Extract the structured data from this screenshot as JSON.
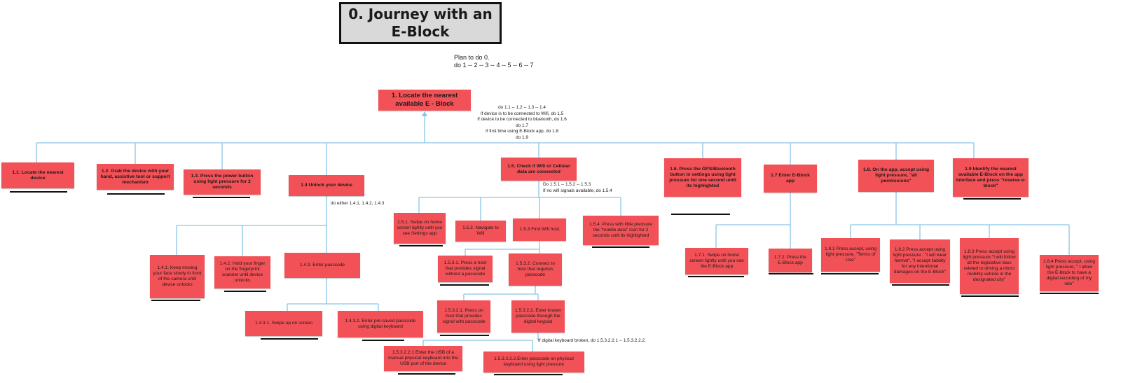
{
  "title": "0. Journey with an E-Block",
  "plan": "Plan to do 0.\ndo 1 -- 2 -- 3 -- 4 -- 5 -- 6 -- 7",
  "notes": {
    "n1": "do 1.1 -- 1.2 -- 1.3 -- 1.4\nIf device is to be connected to Wifi, do 1.5\nIf device to be connected to bluetooth, do 1.6\ndo 1.7\nIf first time using E-Block app, do 1.8\ndo 1.9",
    "n14": "do either 1.4.1, 1.4.2, 1.4.3",
    "n15": "Do 1.5.1 -- 1.5.2 -- 1.5.3\nIf no wifi signals available, do 1.5.4",
    "n1532": "If digital keyboard broken, do 1.5.3.2.2.1 -- 1.5.3.2.2.2."
  },
  "nodes": {
    "n1": "1.    Locate the nearest available E - Block",
    "n11": "1.1. Locate the nearest device",
    "n12": "1.2. Grab the device with your hand, assistive tool or support mechanism",
    "n13": "1.3. Press the power button using light pressure for 2 seconds",
    "n14": "1.4 Unlock your device",
    "n15": "1.5. Check if Wifi or Cellular data are connected",
    "n16": "1.6. Press the GPS/Bluetooth button in settings using light pressure for one second until its highlighted",
    "n17": "1.7 Enter E-Block app",
    "n18": "1.8. On the app, accept using light pressure, \"all permissions\"",
    "n19": "1.9 Identify the nearest available E-Block on the app interface and press \"reserve e-block\"",
    "n141": "1.4.1. Keep moving your face slowly in front of the camera until device unlocks",
    "n142": "1.4.2. Hold your finger on the fingerprint scanner until device unlocks",
    "n143": "1.4.3. Enter passcode",
    "n1431": "1.4.3.1. Swipe up on screen",
    "n1432": "1.4.3.2. Enter pre-saved passcode using digital keyboard",
    "n151": "1.5.1. Swipe on home screen lightly until you see Settings app",
    "n152": "1.5.2. Navigate to Wifi",
    "n153": "1.5.3 Find Wifi host",
    "n154": "1.5.4. Press with little pressure the \"mobile data\" icon for 2 seconds until its highlighted",
    "n1531": "1.5.3.1.  Press a host that provides signal without a passcode",
    "n1532": "1.5.3.2.  Connect to host that requires passcode",
    "n15321": "1.5.3.2.1.  Press on host that provides signal with passcode",
    "n15322": "1.5.3.2.2.  Enter known passcode through the digital keypad",
    "n153221": "1.5.3.2.2.1 Enter the USB of a manual physical keyboard into the USB port of the device",
    "n153222": "1.5.3.2.2.2.Enter passcode on physical keyboard using light pressure",
    "n171": "1.7.1. Swipe on home screen lightly until you see the E-Block app",
    "n172": "1.7.2. Press the E-Block app",
    "n181": "1.8.1 Press accept, using light pressure, \"Terms of Use\"",
    "n182": "1.8.2 Press accept using light pressure : \"I will wear helmet\", \"I accept liability for any intentional damages on the E-Block\"",
    "n183": "1.8.3 Press accept using light pressure \"I will follow all the legislative laws releted to driving a micro mobility vehicle in the designated city\"",
    "n184": "1.8.4 Press accept, using light pressure, \" I allow the E-block to have a digital recording of my ride\""
  },
  "colors": {
    "node_fill": "#f25157",
    "connector": "#87c6e8",
    "title_fill": "#d9d9d9",
    "underline": "#111111"
  }
}
